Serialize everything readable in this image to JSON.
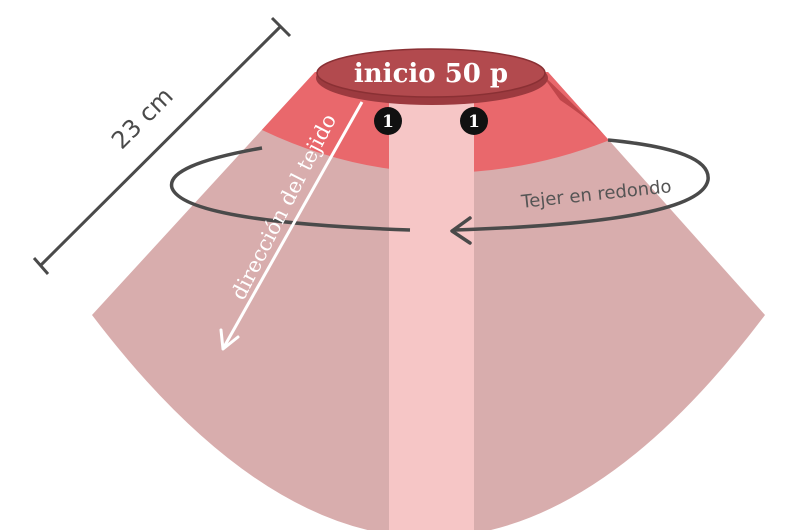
{
  "diagram": {
    "start_label": "inicio 50 p",
    "marker_left": "1",
    "marker_right": "1",
    "round_label": "Tejer en redondo",
    "direction_label": "dirección del tejido",
    "length_label": "23 cm"
  },
  "colors": {
    "body": "#d8adad",
    "center_band": "#f6c6c6",
    "top_band": "#e9686c",
    "cap": "#b24a4e",
    "cap_shadow": "#9c3a3f",
    "marker": "#111111",
    "line": "#4a4a4a",
    "arrow_white": "#ffffff"
  }
}
